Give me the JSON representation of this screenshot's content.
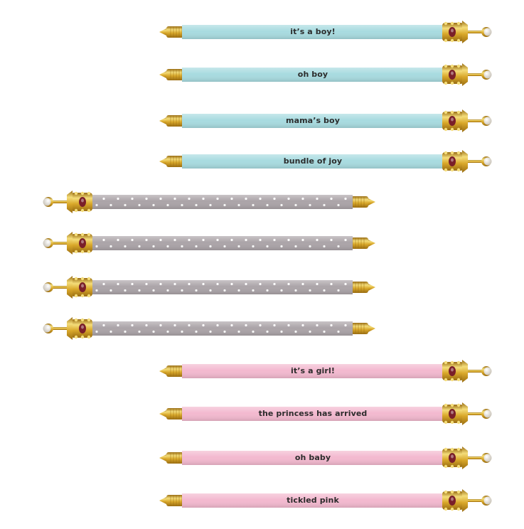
{
  "colors": {
    "blue_barrel": "#a8dbe0",
    "grey_barrel": "#aba4a8",
    "pink_barrel": "#f3b9cf",
    "gold": "#d9a82a",
    "gold_light": "#f4dd7a",
    "gold_dark": "#9a6d12",
    "jewel": "#7a1f2a",
    "pearl": "#f3f0ea",
    "dot": "#ffffff",
    "label_text": "#2c2c2c"
  },
  "groups": [
    {
      "name": "blue",
      "barrel_color": "#a8dbe0",
      "orientation": "tip-left",
      "dotted": false,
      "pens": [
        {
          "label": "it’s a boy!"
        },
        {
          "label": "oh boy"
        },
        {
          "label": "mama’s boy"
        },
        {
          "label": "bundle of joy"
        }
      ]
    },
    {
      "name": "grey",
      "barrel_color": "#aba4a8",
      "orientation": "tip-right",
      "dotted": true,
      "pens": [
        {
          "label": ""
        },
        {
          "label": ""
        },
        {
          "label": ""
        },
        {
          "label": ""
        }
      ]
    },
    {
      "name": "pink",
      "barrel_color": "#f3b9cf",
      "orientation": "tip-left",
      "dotted": false,
      "pens": [
        {
          "label": "it’s a girl!"
        },
        {
          "label": "the princess has arrived"
        },
        {
          "label": "oh baby"
        },
        {
          "label": "tickled pink"
        }
      ]
    }
  ]
}
